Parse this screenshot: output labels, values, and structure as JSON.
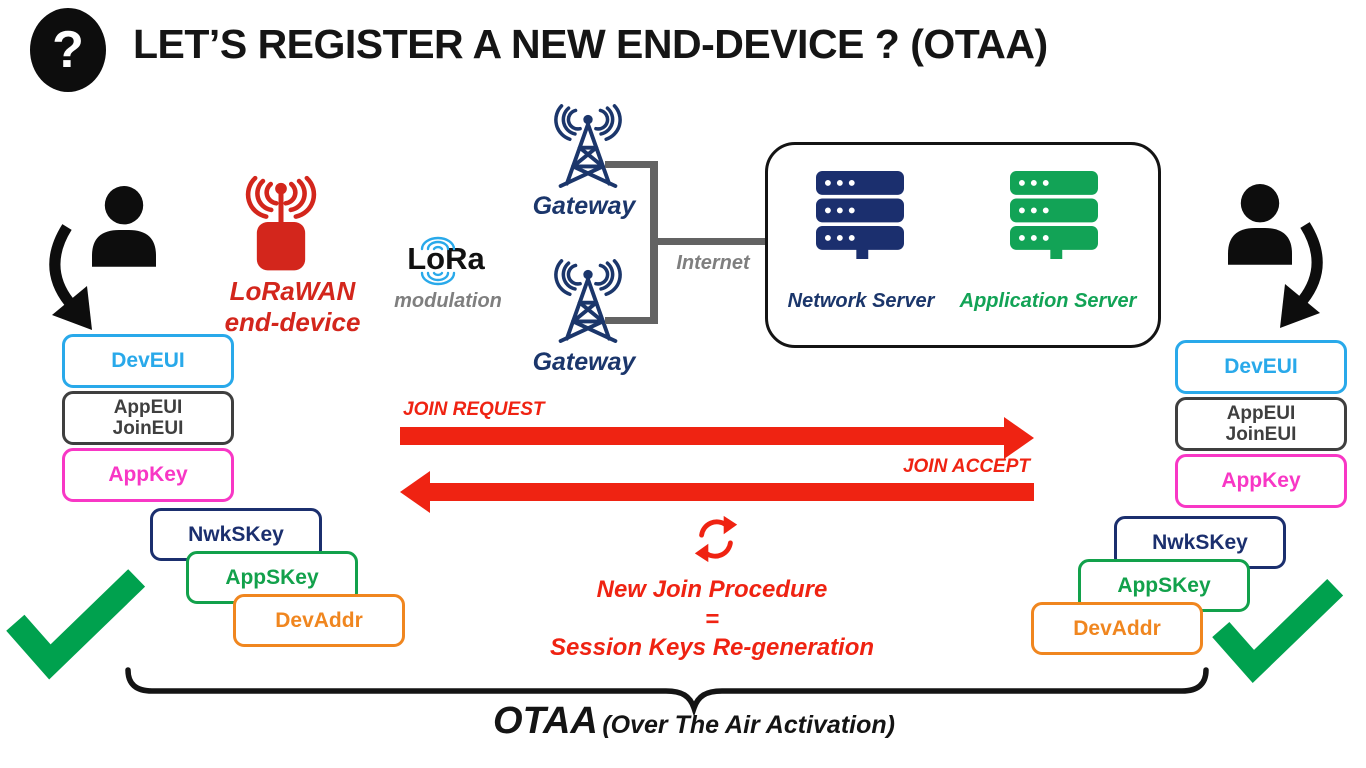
{
  "title": {
    "question_mark": "?",
    "text": "LET’S REGISTER A NEW END-DEVICE ? (OTAA)"
  },
  "end_device": {
    "line1": "LoRaWAN",
    "line2": "end-device"
  },
  "lora": {
    "name": "LoRa",
    "sub": "modulation"
  },
  "gateways": {
    "top": "Gateway",
    "bottom": "Gateway"
  },
  "internet_label": "Internet",
  "servers": {
    "network": "Network Server",
    "application": "Application Server"
  },
  "key_boxes": {
    "deveui": "DevEUI",
    "appeui": [
      "AppEUI",
      "JoinEUI"
    ],
    "appkey": "AppKey",
    "nwkskey": "NwkSKey",
    "appskey": "AppSKey",
    "devaddr": "DevAddr"
  },
  "join": {
    "request": "JOIN REQUEST",
    "accept": "JOIN ACCEPT"
  },
  "procedure": {
    "line1": "New Join Procedure",
    "line2": "=",
    "line3": "Session Keys Re-generation"
  },
  "footer": {
    "acronym": "OTAA",
    "expansion": "(Over The Air Activation)"
  },
  "icons": {
    "question": "question-mark-in-black-circle",
    "user": "black-person-silhouette",
    "curved_arrow": "thick-black-curved-arrow",
    "end_device": "red-radio-module-with-antenna-waves",
    "gateway": "navy-lattice-antenna-tower-with-waves",
    "server_rack": "three-bar-server-stack",
    "checkmark": "green-check",
    "refresh": "red-circular-arrows",
    "brace": "horizontal-curly-brace"
  },
  "colors": {
    "cyan": "#29A9EA",
    "dark_gray": "#3F3F3F",
    "magenta": "#F837C5",
    "navy_box": "#1B2F6E",
    "navy_network": "#1B366B",
    "green": "#12A14B",
    "green_check": "#00A14E",
    "orange": "#F0861F",
    "red_device": "#D3261C",
    "red_signal": "#EF2312",
    "line_gray": "#636363"
  }
}
